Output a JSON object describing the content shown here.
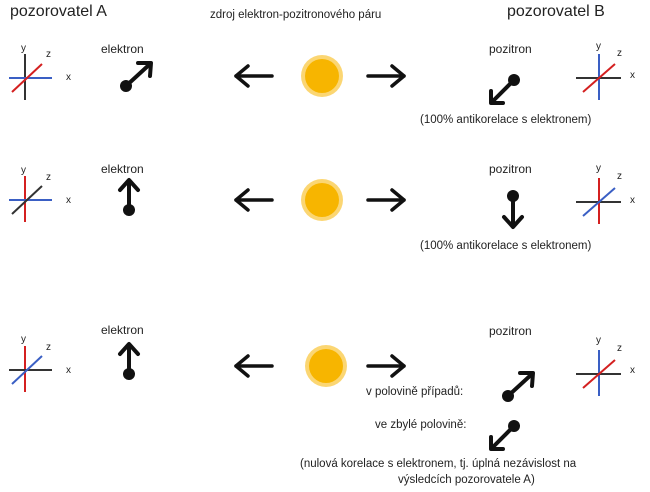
{
  "header": {
    "observer_a": "pozorovatel A",
    "source": "zdroj elektron-pozitronového páru",
    "observer_b": "pozorovatel B"
  },
  "axes": {
    "x": "x",
    "y": "y",
    "z": "z"
  },
  "rows": [
    {
      "electron_label": "elektron",
      "positron_label": "pozitron",
      "note": "(100% antikorelace s elektronem)"
    },
    {
      "electron_label": "elektron",
      "positron_label": "pozitron",
      "note": "(100% antikorelace s elektronem)"
    },
    {
      "electron_label": "elektron",
      "positron_label": "pozitron",
      "half1_label": "v polovině případů:",
      "half2_label": "ve zbylé polovině:",
      "note_line1": "(nulová korelace s elektronem, tj. úplná nezávislost na",
      "note_line2": "výsledcích pozorovatele A)"
    }
  ],
  "colors": {
    "sun": "#f7b500",
    "axis_red": "#d42020",
    "axis_blue": "#3a5fc4",
    "axis_dark": "#333333",
    "ink": "#111111"
  }
}
